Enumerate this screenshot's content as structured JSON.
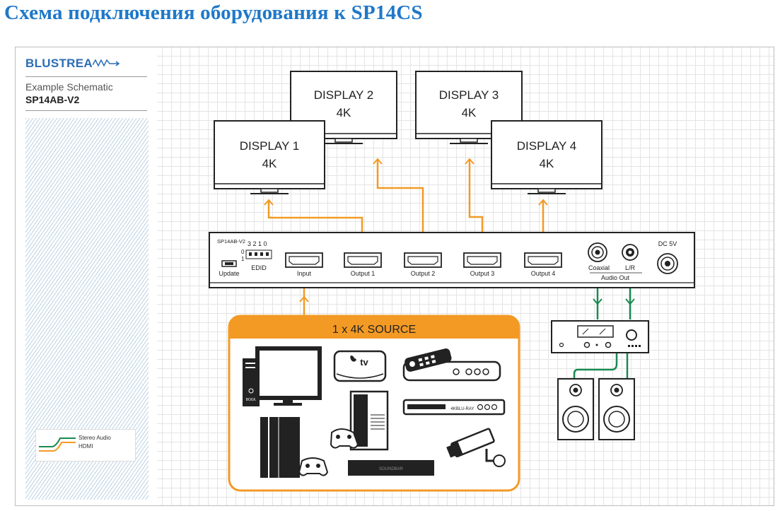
{
  "page": {
    "title": "Схема подключения оборудования к SP14CS"
  },
  "brand": {
    "logo_bold": "BLUSTREA",
    "subtitle": "Example Schematic",
    "model": "SP14AB-V2"
  },
  "legend": {
    "stereo_audio": "Stereo Audio",
    "hdmi": "HDMI"
  },
  "displays": [
    {
      "name": "DISPLAY 1",
      "res": "4K"
    },
    {
      "name": "DISPLAY 2",
      "res": "4K"
    },
    {
      "name": "DISPLAY 3",
      "res": "4K"
    },
    {
      "name": "DISPLAY 4",
      "res": "4K"
    }
  ],
  "splitter": {
    "model": "SP14AB-V2",
    "dip_header": "3 2 1 0",
    "dip_row0": "0",
    "dip_row1": "1",
    "edid": "EDID",
    "update": "Update",
    "input": "Input",
    "outputs": [
      "Output 1",
      "Output 2",
      "Output 3",
      "Output 4"
    ],
    "coaxial": "Coaxial",
    "lr": "L/R",
    "audio_out": "Audio Out",
    "dc": "DC 5V"
  },
  "source": {
    "title": "1 x 4K SOURCE",
    "pc_label": "BOGR",
    "bluray_label": "4KBLU-RAY",
    "soundbar_label": "SOUNDBAR"
  },
  "colors": {
    "hdmi": "#f39a25",
    "audio": "#1a8a52",
    "title": "#1f78c8",
    "brand": "#2a6db3"
  }
}
